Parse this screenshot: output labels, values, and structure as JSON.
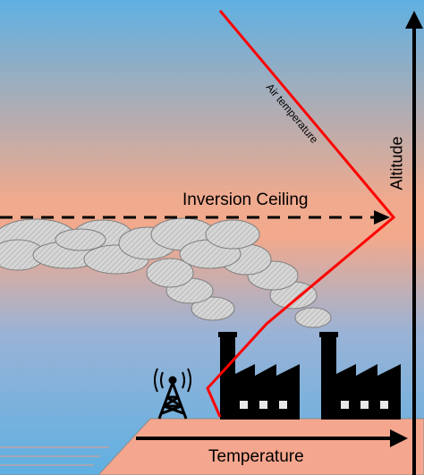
{
  "labels": {
    "inversion_ceiling": "Inversion Ceiling",
    "air_temperature": "Air temperature",
    "altitude": "Altitude",
    "temperature": "Temperature"
  },
  "colors": {
    "sky_top": "#5fb0e2",
    "sky_inversion": "#f2a98c",
    "ground": "#f5a68e",
    "air_temp_line": "#ff0000",
    "smoke": "#d9d9d9",
    "factory": "#000000"
  },
  "icons": [
    "radio-tower-icon",
    "factory-icon",
    "smoke-plume-icon"
  ]
}
